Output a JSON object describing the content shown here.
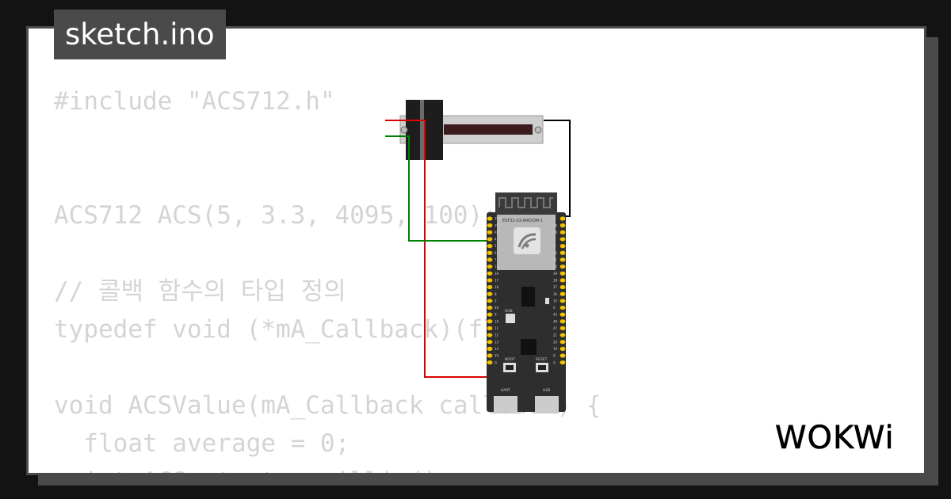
{
  "file_tab": {
    "title": "sketch.ino"
  },
  "code_lines": [
    "#include \"ACS712.h\"",
    "",
    "",
    "ACS712 ACS(5, 3.3, 4095, 100);",
    "",
    "// 콜백 함수의 타입 정의",
    "typedef void (*mA_Callback)(float);",
    "",
    "void ACSValue(mA_Callback callback) {",
    "  float average = 0;",
    "  int ACS_start = millis();"
  ],
  "board": {
    "module_label": "ESP32-S3-WROOM-1",
    "rgb_label": "RGB",
    "boot_label": "BOOT",
    "reset_label": "RESET",
    "uart_label": "UART",
    "usb_label": "USB",
    "left_pins": [
      "3V3",
      "3V3",
      "RST",
      "4",
      "5",
      "6",
      "7",
      "15",
      "16",
      "17",
      "18",
      "8",
      "3",
      "46",
      "9",
      "10",
      "11",
      "12",
      "13",
      "14",
      "5V",
      "G"
    ],
    "right_pins": [
      "G",
      "TX",
      "RX",
      "1",
      "2",
      "42",
      "41",
      "40",
      "39",
      "38",
      "37",
      "36",
      "35",
      "0",
      "45",
      "48",
      "47",
      "21",
      "20",
      "19",
      "G",
      "G"
    ]
  },
  "colors": {
    "wire_red": "#dd0000",
    "wire_green": "#008000",
    "wire_black": "#000000",
    "board": "#2e2e2e",
    "pin_pad": "#f2c200",
    "code_text": "#d4d4d4",
    "tab_bg": "#4a4a4a"
  },
  "logo": {
    "text": "WOKWi"
  }
}
